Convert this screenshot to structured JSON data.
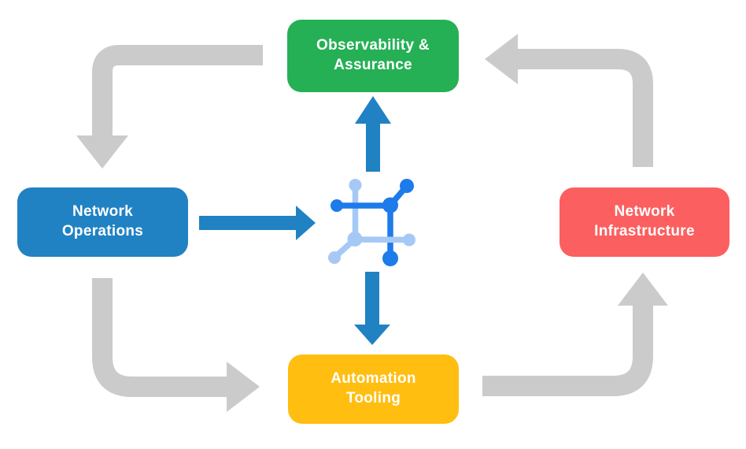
{
  "colors": {
    "background": "#FFFFFF",
    "green": "#25B055",
    "blue": "#2082C3",
    "red": "#FC5F5F",
    "yellow": "#FFBE10",
    "gray": "#CBCBCB",
    "icon-dark": "#1D7BEA",
    "icon-light": "#A6C8F5",
    "text": "#FFFFFF"
  },
  "nodes": {
    "observability": {
      "line1": "Observability &",
      "line2": "Assurance"
    },
    "operations": {
      "line1": "Network",
      "line2": "Operations"
    },
    "infrastructure": {
      "line1": "Network",
      "line2": "Infrastructure"
    },
    "automation": {
      "line1": "Automation",
      "line2": "Tooling"
    }
  },
  "icons": {
    "center": "network-mesh-icon"
  }
}
